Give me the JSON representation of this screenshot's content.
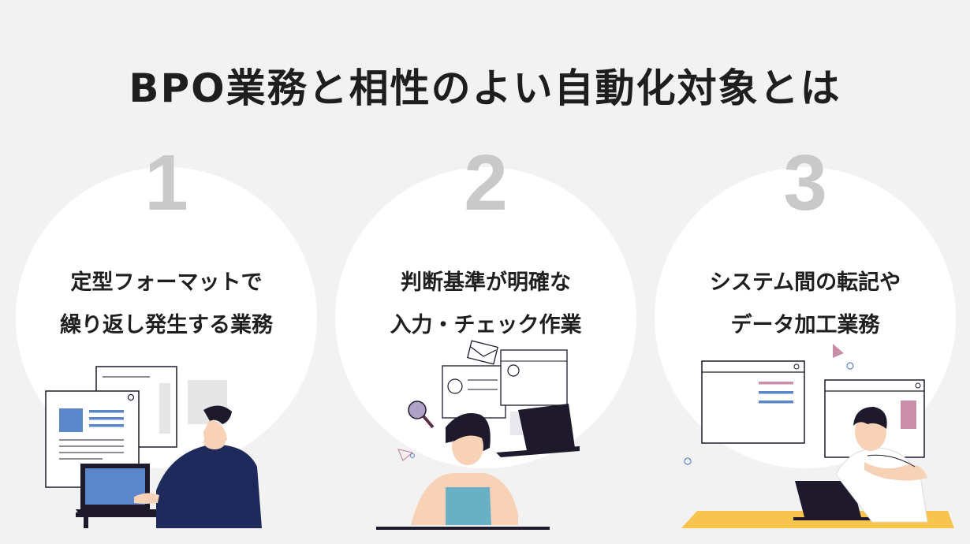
{
  "title": "BPO業務と相性のよい自動化対象とは",
  "items": [
    {
      "number": "1",
      "line1": "定型フォーマットで",
      "line2": "繰り返し発生する業務"
    },
    {
      "number": "2",
      "line1": "判断基準が明確な",
      "line2": "入力・チェック作業"
    },
    {
      "number": "3",
      "line1": "システム間の転記や",
      "line2": "データ加工業務"
    }
  ],
  "colors": {
    "background": "#f2f2f2",
    "circle": "#ffffff",
    "number": "#c9c9c9",
    "navy": "#1f2a5c",
    "blue_accent": "#5b86c9",
    "pink_accent": "#c98fa8",
    "yellow_desk": "#f7c54e",
    "teal_top": "#6ab0c4",
    "dark_laptop": "#1f1a2b",
    "skin": "#f7d2b6"
  },
  "icons": [
    "document-window-icon",
    "laptop-icon",
    "person-icon",
    "envelope-icon",
    "magnifier-icon",
    "triangle-icon",
    "circle-icon"
  ]
}
